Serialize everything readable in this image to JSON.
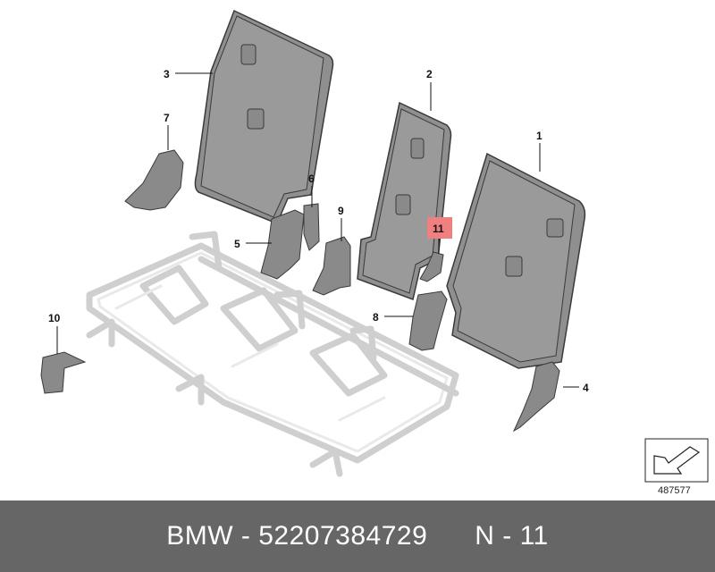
{
  "callouts": {
    "c1": "1",
    "c2": "2",
    "c3": "3",
    "c4": "4",
    "c5": "5",
    "c6": "6",
    "c7": "7",
    "c8": "8",
    "c9": "9",
    "c10": "10",
    "c11": "11"
  },
  "highlighted_callout": "11",
  "highlight_color": "#f08080",
  "reference_number": "487577",
  "footer": {
    "brand": "BMW",
    "part_number": "52207384729",
    "position": "N - 11",
    "text": "BMW - 52207384729      N - 11"
  },
  "colors": {
    "footer_bg": "#666666",
    "part_fill": "#8f8f8f",
    "frame_stroke": "#cfcfcf"
  },
  "icons": [
    "arrow-direction-icon"
  ]
}
